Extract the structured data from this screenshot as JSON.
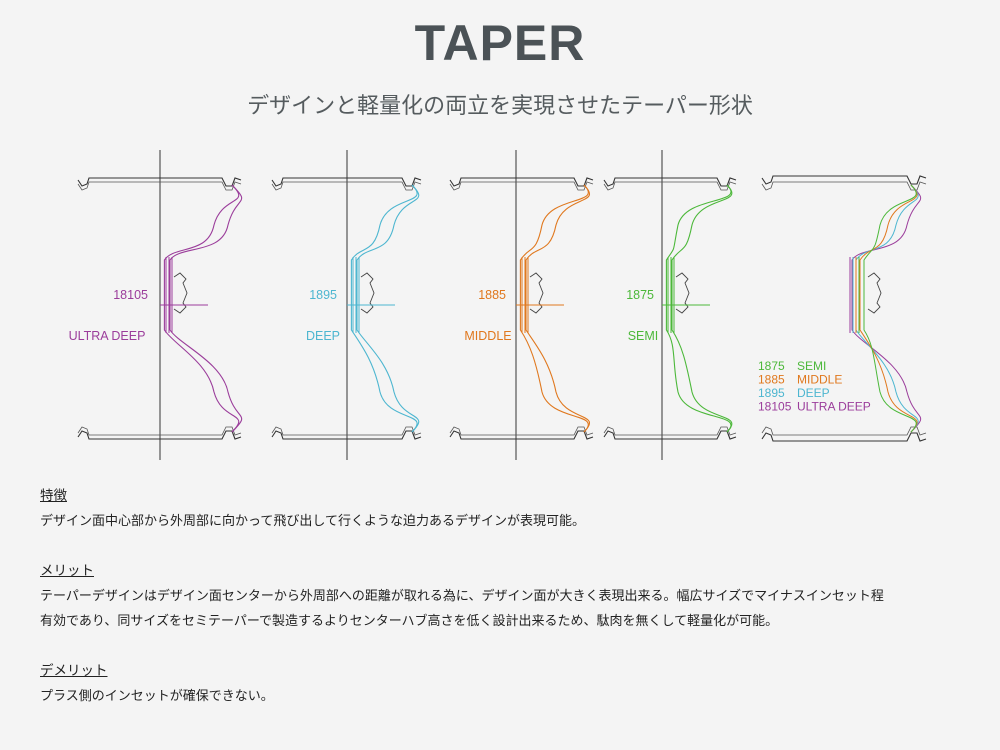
{
  "page": {
    "title": "TAPER",
    "subtitle": "デザインと軽量化の両立を実現させたテーパー形状"
  },
  "wheels": [
    {
      "code": "18105",
      "name": "ULTRA DEEP",
      "color": "#9b3d9b"
    },
    {
      "code": "1895",
      "name": "DEEP",
      "color": "#4db6d0"
    },
    {
      "code": "1885",
      "name": "MIDDLE",
      "color": "#e0781e"
    },
    {
      "code": "1875",
      "name": "SEMI",
      "color": "#4cb83a"
    }
  ],
  "legend": [
    {
      "code": "1875",
      "name": "SEMI",
      "color": "#4cb83a"
    },
    {
      "code": "1885",
      "name": "MIDDLE",
      "color": "#e0781e"
    },
    {
      "code": "1895",
      "name": "DEEP",
      "color": "#4db6d0"
    },
    {
      "code": "18105",
      "name": "ULTRA DEEP",
      "color": "#9b3d9b"
    }
  ],
  "sections": {
    "features": {
      "heading": "特徴",
      "lines": [
        "デザイン面中心部から外周部に向かって飛び出して行くような迫力あるデザインが表現可能。"
      ]
    },
    "merits": {
      "heading": "メリット",
      "lines": [
        "テーパーデザインはデザイン面センターから外周部への距離が取れる為に、デザイン面が大きく表現出来る。幅広サイズでマイナスインセット程",
        "有効であり、同サイズをセミテーパーで製造するよりセンターハブ高さを低く設計出来るため、駄肉を無くして軽量化が可能。"
      ]
    },
    "demerits": {
      "heading": "デメリット",
      "lines": [
        "プラス側のインセットが確保できない。"
      ]
    }
  }
}
